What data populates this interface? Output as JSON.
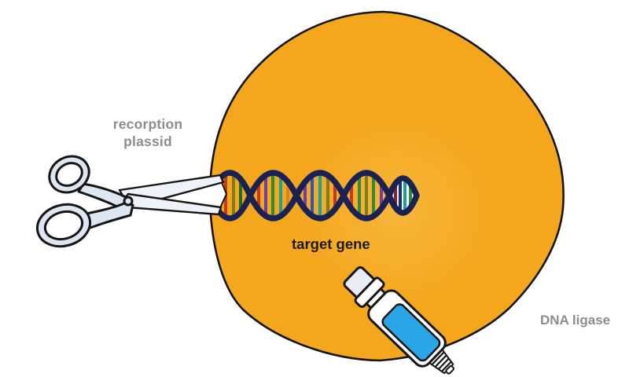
{
  "diagram": {
    "kind": "gene-cloning-illustration",
    "labels": {
      "plasmid_line1": "recorption",
      "plasmid_line2": "plassid",
      "target_gene": "target gene",
      "dna_ligase": "DNA ligase"
    },
    "elements": [
      {
        "name": "plasmid-circle",
        "icon": "orange-circle"
      },
      {
        "name": "scissors-icon",
        "icon": "open-scissors-cutting"
      },
      {
        "name": "dna-helix-icon",
        "icon": "double-helix-with-base-pairs"
      },
      {
        "name": "glue-tube-icon",
        "icon": "blue-glue-tube"
      }
    ]
  },
  "colors": {
    "background": "#ffffff",
    "plasmid": "#f4a61d",
    "plasmid-light": "#f8b63a",
    "outline": "#161616",
    "dna-strand": "#1a2254",
    "bar-red": "#c0392b",
    "bar-green": "#2e8b3a",
    "bar-dgreen": "#1e6b2e",
    "bar-teal": "#18a09a",
    "bar-blue": "#2b56c5",
    "bar-purple": "#6d3fa0",
    "bar-orange": "#d9821f",
    "bar-olive": "#7e7c22",
    "bar-dred": "#8e1f2e",
    "bar-navy": "#1d2e6e",
    "scissors": "#dde7f2",
    "blade": "#eef3f9",
    "white": "#ffffff",
    "cap": "#e9edf3",
    "tube-blue": "#2aa6e6",
    "label-gray": "#8d8d8d",
    "label-dark": "#1c1c1c"
  }
}
